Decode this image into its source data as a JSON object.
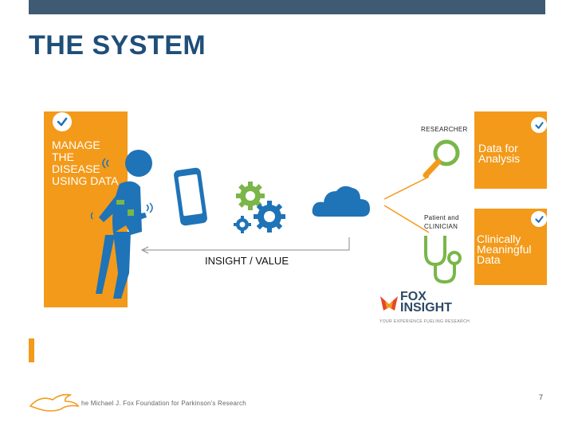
{
  "slide": {
    "title": "THE SYSTEM",
    "left_panel_text": "MANAGE THE DISEASE USING DATA",
    "researcher_label": "RESEARCHER",
    "data_for_analysis": "Data for Analysis",
    "patient_clinician_label": "Patient and CLINICIAN",
    "clinically_meaningful": "Clinically Meaningful Data",
    "insight_value": "INSIGHT / VALUE",
    "fox_insight_line1": "FOX",
    "fox_insight_line2": "INSIGHT",
    "fox_insight_tagline": "YOUR EXPERIENCE FUELING RESEARCH",
    "footer_text": "he Michael J. Fox Foundation for Parkinson's Research",
    "page_number": "7"
  },
  "colors": {
    "accent_orange": "#f39a1a",
    "navy": "#1f4e79",
    "device_blue": "#1f73b7",
    "gear_green": "#7ab648",
    "gear_blue": "#1f73b7",
    "cloud_blue": "#1f73b7"
  },
  "icons": [
    "check-icon",
    "person-icon",
    "phone-icon",
    "gears-icon",
    "cloud-icon",
    "magnifier-icon",
    "stethoscope-icon",
    "fox-logo-icon"
  ]
}
